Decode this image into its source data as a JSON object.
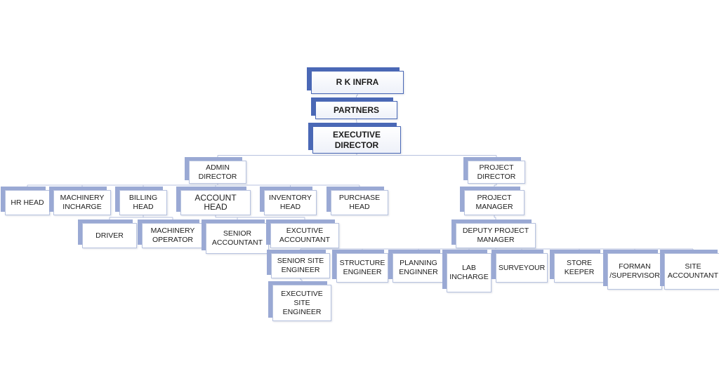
{
  "org_chart": {
    "nodes": [
      {
        "id": "rk_infra",
        "label": "R K INFRA",
        "level": "top"
      },
      {
        "id": "partners",
        "label": "PARTNERS",
        "level": "top"
      },
      {
        "id": "exec_director",
        "label": "EXECUTIVE DIRECTOR",
        "level": "top"
      },
      {
        "id": "admin_director",
        "label": "ADMIN DIRECTOR"
      },
      {
        "id": "project_director",
        "label": "PROJECT DIRECTOR"
      },
      {
        "id": "hr_head",
        "label": "HR HEAD"
      },
      {
        "id": "machinery_incharge",
        "label": "MACHINERY INCHARGE"
      },
      {
        "id": "billing_head",
        "label": "BILLING HEAD"
      },
      {
        "id": "account_head",
        "label": "ACCOUNT HEAD"
      },
      {
        "id": "inventory_head",
        "label": "INVENTORY HEAD"
      },
      {
        "id": "purchase_head",
        "label": "PURCHASE HEAD"
      },
      {
        "id": "driver",
        "label": "DRIVER"
      },
      {
        "id": "machinery_operator",
        "label": "MACHINERY OPERATOR"
      },
      {
        "id": "senior_accountant",
        "label": "SENIOR ACCOUNTANT"
      },
      {
        "id": "excutive_accountant",
        "label": "EXCUTIVE ACCOUNTANT"
      },
      {
        "id": "project_manager",
        "label": "PROJECT MANAGER"
      },
      {
        "id": "deputy_pm",
        "label": "DEPUTY PROJECT MANAGER"
      },
      {
        "id": "senior_site_engineer",
        "label": "SENIOR SITE ENGINEER"
      },
      {
        "id": "structure_engineer",
        "label": "STRUCTURE ENGINEER"
      },
      {
        "id": "planning_enginner",
        "label": "PLANNING ENGINNER"
      },
      {
        "id": "lab_incharge",
        "label": "LAB INCHARGE"
      },
      {
        "id": "surveyour",
        "label": "SURVEYOUR"
      },
      {
        "id": "store_keeper",
        "label": "STORE KEEPER"
      },
      {
        "id": "forman_supervisor",
        "label": "FORMAN /SUPERVISOR"
      },
      {
        "id": "site_accountant",
        "label": "SITE ACCOUNTANT"
      },
      {
        "id": "exec_site_engineer",
        "label": "EXECUTIVE SITE ENGINEER"
      }
    ],
    "edges": [
      [
        "rk_infra",
        "partners"
      ],
      [
        "partners",
        "exec_director"
      ],
      [
        "exec_director",
        "admin_director"
      ],
      [
        "exec_director",
        "project_director"
      ],
      [
        "admin_director",
        "hr_head"
      ],
      [
        "admin_director",
        "machinery_incharge"
      ],
      [
        "admin_director",
        "billing_head"
      ],
      [
        "admin_director",
        "account_head"
      ],
      [
        "admin_director",
        "inventory_head"
      ],
      [
        "admin_director",
        "purchase_head"
      ],
      [
        "billing_head",
        "driver"
      ],
      [
        "billing_head",
        "machinery_operator"
      ],
      [
        "account_head",
        "senior_accountant"
      ],
      [
        "account_head",
        "excutive_accountant"
      ],
      [
        "project_director",
        "project_manager"
      ],
      [
        "project_manager",
        "deputy_pm"
      ],
      [
        "deputy_pm",
        "senior_site_engineer"
      ],
      [
        "deputy_pm",
        "structure_engineer"
      ],
      [
        "deputy_pm",
        "planning_enginner"
      ],
      [
        "deputy_pm",
        "lab_incharge"
      ],
      [
        "deputy_pm",
        "surveyour"
      ],
      [
        "deputy_pm",
        "store_keeper"
      ],
      [
        "deputy_pm",
        "forman_supervisor"
      ],
      [
        "deputy_pm",
        "site_accountant"
      ],
      [
        "senior_site_engineer",
        "exec_site_engineer"
      ]
    ]
  },
  "colors": {
    "accent_dark": "#4a68b6",
    "accent_light": "#9aa9d4",
    "box_border": "#b7c2df",
    "connector": "#b7c2df",
    "text": "#1c1c1c"
  }
}
